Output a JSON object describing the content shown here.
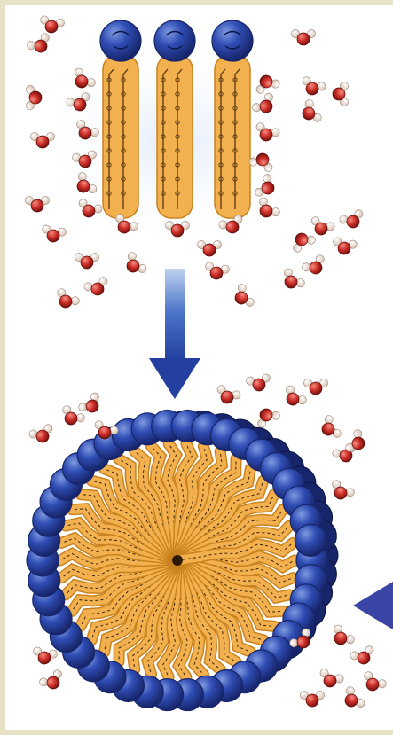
{
  "diagram": {
    "top_panel": {
      "lipid_molecules": [
        {
          "id": "lipid-1"
        },
        {
          "id": "lipid-2"
        },
        {
          "id": "lipid-3"
        }
      ],
      "water_molecule_count": 38
    },
    "transition_arrow": {
      "direction": "down"
    },
    "bottom_panel": {
      "structure": "micelle",
      "head_count": 42,
      "water_molecule_count": 22
    },
    "side_pointer": {
      "direction": "left"
    }
  },
  "colors": {
    "background": "#ffffff",
    "frame": "#e7e1c6",
    "lipid_head": "#2f4db4",
    "lipid_head_dark": "#17256a",
    "lipid_head_light": "#7e9ae0",
    "lipid_tail": "#f2b04e",
    "lipid_tail_dark": "#c8821e",
    "glow": "#dfeaf9",
    "water_oxygen": "#cc2e28",
    "water_hydrogen": "#f4e6dd",
    "arrow": "#2a4fb0",
    "arrow_top": "#bfd2ef",
    "pointer": "#3b45a6"
  }
}
